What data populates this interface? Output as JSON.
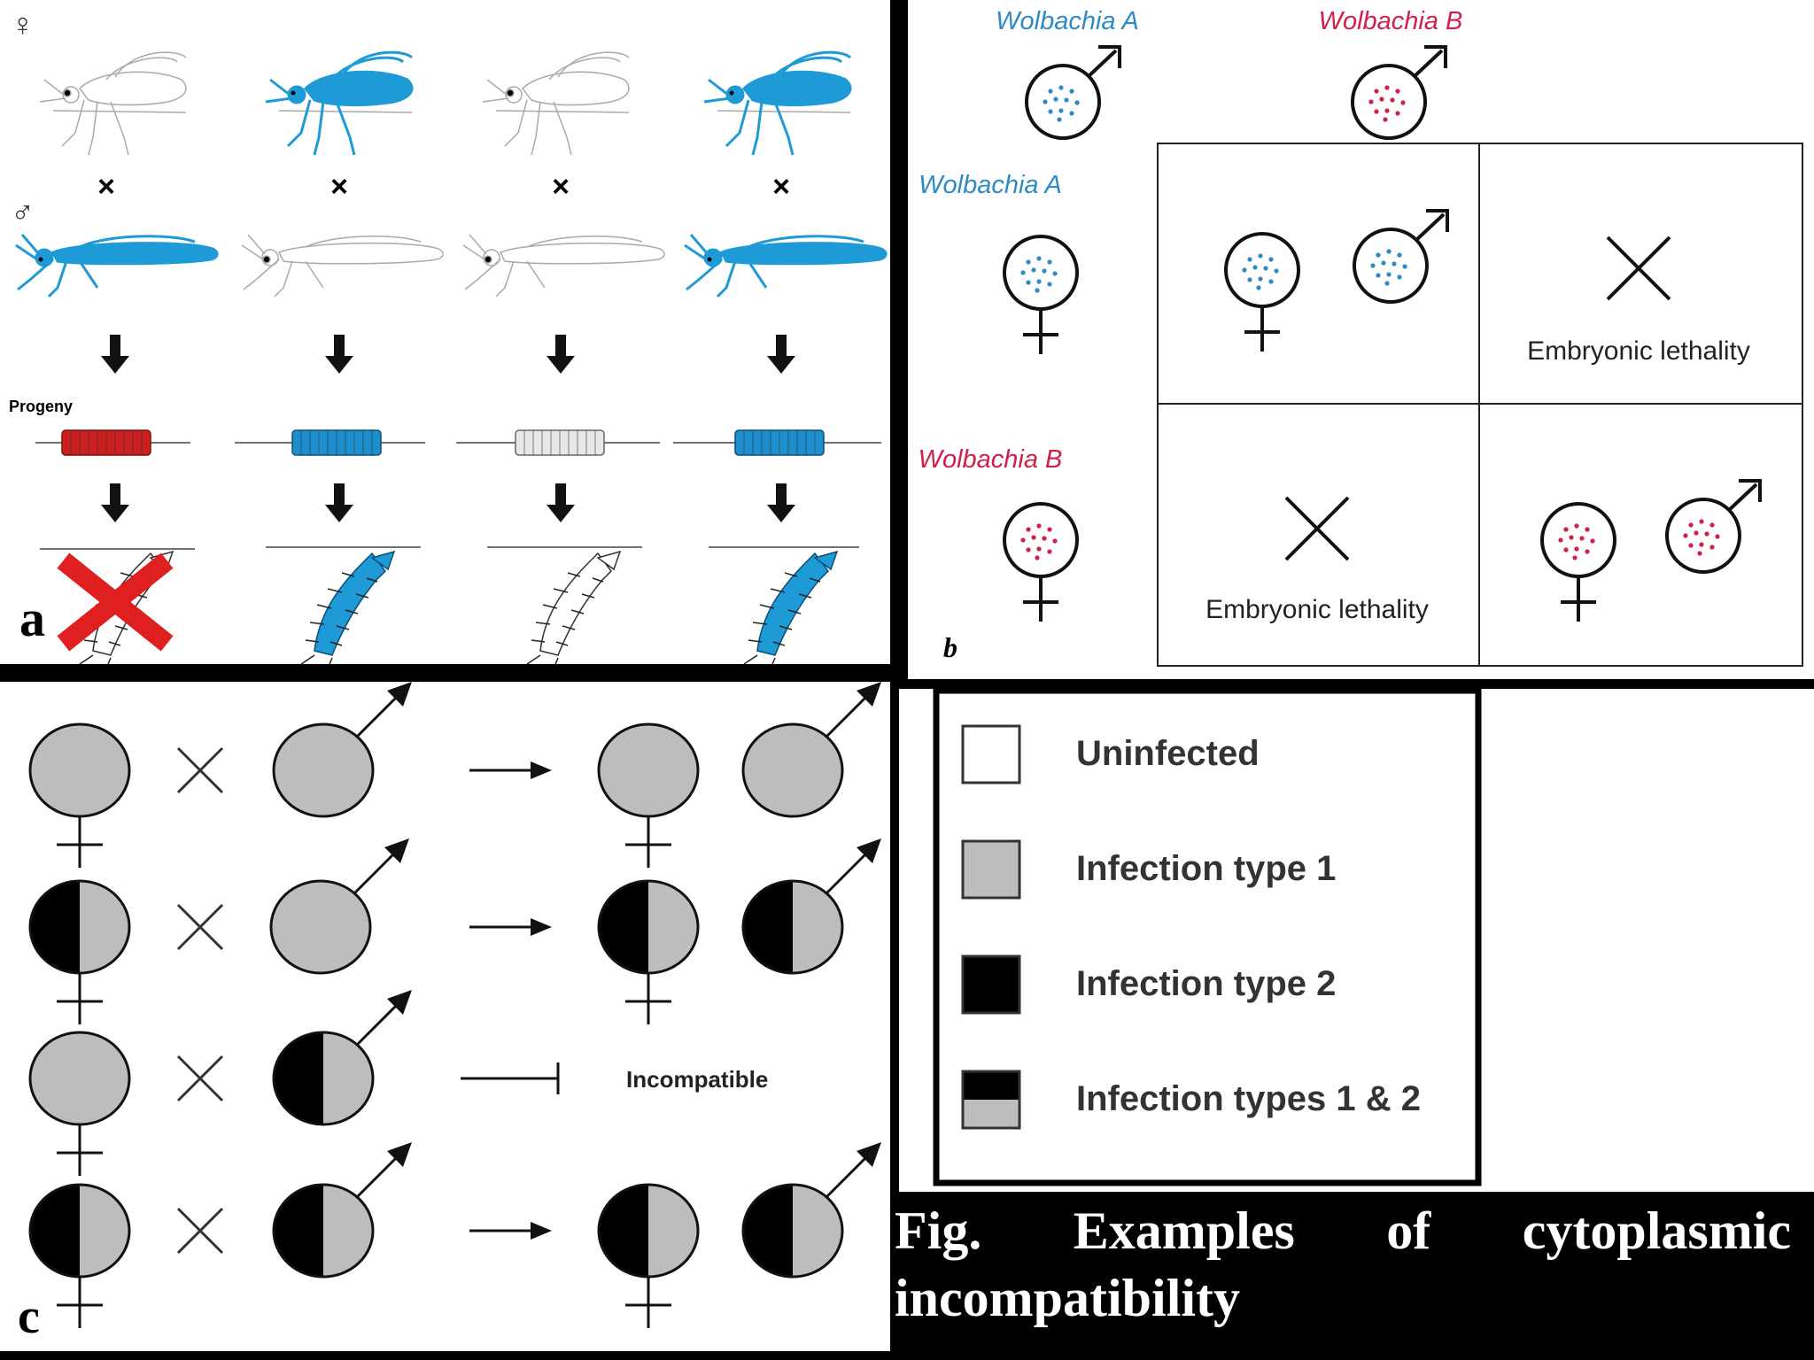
{
  "panel_a": {
    "female_symbol": "♀",
    "male_symbol": "♂",
    "cross_marks": [
      "×",
      "×",
      "×",
      "×"
    ],
    "progeny_label": "Progeny",
    "panel_label": "a",
    "crosses": [
      {
        "female": "uninfected",
        "male": "infected",
        "egg_color": "#cc1f1f",
        "larva": "dead"
      },
      {
        "female": "infected",
        "male": "uninfected",
        "egg_color": "#1e8fce",
        "larva": "infected"
      },
      {
        "female": "uninfected",
        "male": "uninfected",
        "egg_color": "#e8e8e8",
        "larva": "uninfected"
      },
      {
        "female": "infected",
        "male": "infected",
        "egg_color": "#1e8fce",
        "larva": "infected"
      }
    ],
    "colors": {
      "infected": "#1e9ad6",
      "uninfected": "#ffffff",
      "dead_mark": "#e02020"
    }
  },
  "panel_b": {
    "col_headers": [
      "Wolbachia A",
      "Wolbachia B"
    ],
    "row_headers": [
      "Wolbachia A",
      "Wolbachia B"
    ],
    "cells": [
      [
        "compatible",
        "Embryonic lethality"
      ],
      [
        "Embryonic lethality",
        "compatible"
      ]
    ],
    "lethal_text_1": "Embryonic lethality",
    "lethal_text_2": "Embryonic lethality",
    "panel_label": "b",
    "colors": {
      "wolbachia_a": "#2e8ac4",
      "wolbachia_b": "#d0204a"
    }
  },
  "panel_c": {
    "rows": [
      {
        "female": "type1",
        "male": "type1",
        "result": "compatible",
        "offspring": "type1"
      },
      {
        "female": "type1and2",
        "male": "type1",
        "result": "compatible",
        "offspring": "type1and2"
      },
      {
        "female": "type1",
        "male": "type1and2",
        "result": "incompatible",
        "offspring": null
      },
      {
        "female": "type1and2",
        "male": "type1and2",
        "result": "compatible",
        "offspring": "type1and2"
      }
    ],
    "incompatible_label": "Incompatible",
    "panel_label": "c",
    "colors": {
      "type1": "#bdbdbd",
      "type2": "#000000"
    }
  },
  "legend": {
    "items": [
      {
        "label": "Uninfected",
        "swatch": "uninfected"
      },
      {
        "label": "Infection type 1",
        "swatch": "type1"
      },
      {
        "label": "Infection type 2",
        "swatch": "type2"
      },
      {
        "label": "Infection types 1 & 2",
        "swatch": "type1and2"
      }
    ]
  },
  "caption": {
    "text": "Fig. Examples of cytoplasmic incompatibility"
  }
}
